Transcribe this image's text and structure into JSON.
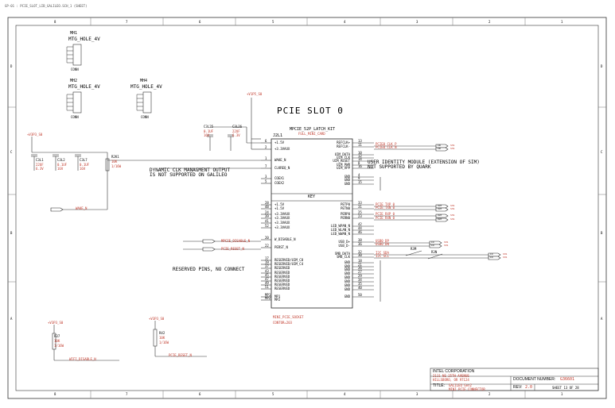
{
  "header_path": "GP-01 : PCIE_SLOT_LIB_GALILEO.SCH_1 (SHEET)",
  "columns": [
    "8",
    "7",
    "6",
    "5",
    "4",
    "3",
    "2",
    "1"
  ],
  "rows": [
    "D",
    "C",
    "B",
    "A"
  ],
  "mounting_holes": [
    {
      "ref": "MH1",
      "part": "MTG_HOLE_4V",
      "pins": [
        "1",
        "2",
        "3",
        "4",
        "5"
      ],
      "val": "CONN"
    },
    {
      "ref": "MH2",
      "part": "MTG_HOLE_4V",
      "pins": [
        "1",
        "2",
        "3",
        "4",
        "5"
      ],
      "val": "CONN"
    },
    {
      "ref": "MH4",
      "part": "MTG_HOLE_4V",
      "pins": [
        "1",
        "2",
        "3",
        "4",
        "5"
      ],
      "val": "CONN"
    }
  ],
  "slot_title": "PCIE SLOT 0",
  "connector": {
    "ref": "J2L1",
    "part": "MPCIE_52P_LATCH_KIT",
    "part_sub": "FULL_MINI_CARD",
    "key": "KEY",
    "left_pins": [
      {
        "num": "6",
        "name": "+1.5V"
      },
      {
        "num": "2",
        "name": "+3.3VAUX"
      },
      {
        "num": "1",
        "name": "WAKE_N"
      },
      {
        "num": "7",
        "name": "CLKREQ_N"
      },
      {
        "num": "3",
        "name": "COEX1"
      },
      {
        "num": "5",
        "name": "COEX2"
      },
      {
        "num": "28",
        "name": "+1.5V"
      },
      {
        "num": "48",
        "name": "+1.5V"
      },
      {
        "num": "24",
        "name": "+3.3VAUX"
      },
      {
        "num": "39",
        "name": "+3.3VAUX"
      },
      {
        "num": "41",
        "name": "+3.3VAUX"
      },
      {
        "num": "52",
        "name": "+3.3VAUX"
      },
      {
        "num": "20",
        "name": "W_DISABLE_N"
      },
      {
        "num": "22",
        "name": "PERST_N"
      },
      {
        "num": "17",
        "name": "RESERVED/UIM_C8"
      },
      {
        "num": "19",
        "name": "RESERVED/UIM_C4"
      },
      {
        "num": "37",
        "name": "RESERVED"
      },
      {
        "num": "43",
        "name": "RESERVED"
      },
      {
        "num": "45",
        "name": "RESERVED"
      },
      {
        "num": "47",
        "name": "RESERVED"
      },
      {
        "num": "49",
        "name": "RESERVED"
      },
      {
        "num": "51",
        "name": "RESERVED"
      },
      {
        "num": "MP1",
        "name": "MP1"
      },
      {
        "num": "MP2",
        "name": "MP2"
      }
    ],
    "right_pins": [
      {
        "num": "13",
        "name": "REFCLK+"
      },
      {
        "num": "11",
        "name": "REFCLK-"
      },
      {
        "num": "10",
        "name": "UIM_DATA"
      },
      {
        "num": "12",
        "name": "UIM_CLK"
      },
      {
        "num": "14",
        "name": "UIM_RESET"
      },
      {
        "num": "8",
        "name": "UIM_PWR"
      },
      {
        "num": "16",
        "name": "UIM_VPP"
      },
      {
        "num": "4",
        "name": "GND"
      },
      {
        "num": "9",
        "name": "GND"
      },
      {
        "num": "15",
        "name": "GND"
      },
      {
        "num": "33",
        "name": "PETP0"
      },
      {
        "num": "31",
        "name": "PETN0"
      },
      {
        "num": "25",
        "name": "PERP0"
      },
      {
        "num": "23",
        "name": "PERN0"
      },
      {
        "num": "42",
        "name": "LED_WPAN_N"
      },
      {
        "num": "44",
        "name": "LED_WLAN_N"
      },
      {
        "num": "46",
        "name": "LED_WWAN_N"
      },
      {
        "num": "38",
        "name": "USB_D+"
      },
      {
        "num": "36",
        "name": "USB_D-"
      },
      {
        "num": "32",
        "name": "SMB_DATA"
      },
      {
        "num": "30",
        "name": "SMB_CLK"
      },
      {
        "num": "18",
        "name": "GND"
      },
      {
        "num": "21",
        "name": "GND"
      },
      {
        "num": "26",
        "name": "GND"
      },
      {
        "num": "27",
        "name": "GND"
      },
      {
        "num": "29",
        "name": "GND"
      },
      {
        "num": "34",
        "name": "GND"
      },
      {
        "num": "35",
        "name": "GND"
      },
      {
        "num": "40",
        "name": "GND"
      },
      {
        "num": "50",
        "name": "GND"
      }
    ],
    "footer1": "MINI_PCIE_SOCKET",
    "footer2": "CONTOR=203"
  },
  "net_labels": [
    {
      "text": "PCIE0_CLK_P",
      "dest": "IN",
      "ref": "SH1"
    },
    {
      "text": "PCIE0_CLK_N",
      "dest": "IN",
      "ref": "SH1"
    },
    {
      "text": "PCIE_TXP_0",
      "dest": "OUT",
      "ref": "SH1"
    },
    {
      "text": "PCIE_TXN_0",
      "dest": "OUT",
      "ref": "SH1"
    },
    {
      "text": "PCIE_RXP_0",
      "dest": "OUT",
      "ref": "SH1"
    },
    {
      "text": "PCIE_RXN_0",
      "dest": "OUT",
      "ref": "SH1"
    },
    {
      "text": "USB0_DP",
      "dest": "IO",
      "ref": "SH1"
    },
    {
      "text": "USB0_DN",
      "dest": "IO",
      "ref": "SH1"
    },
    {
      "text": "I2C_SDA",
      "dest": "IO",
      "ref": "SH1"
    },
    {
      "text": "I2C_SCL",
      "dest": "IO",
      "ref": "SH1"
    }
  ],
  "notes": {
    "clk": "DYNAMIC CLK MANAGMENT OUTPUT\nIS NOT SUPPORTED ON GALILEO",
    "uim": "USER IDENTITY MODULE (EXTENSION OF SIM)\nNOT SUPPORTED BY QUARK",
    "reserved": "RESERVED PINS, NO CONNECT"
  },
  "parts": {
    "c3l1": {
      "ref": "C3L1",
      "v": "22UF",
      "t": "6.3V"
    },
    "c3l2": {
      "ref": "C3L2",
      "v": "0.1UF",
      "t": "16V"
    },
    "c3l7": {
      "ref": "C3L7",
      "v": "0.1UF",
      "t": "16V"
    },
    "c3l25": {
      "ref": "C3L25",
      "v": "0.1UF",
      "t": "16V"
    },
    "c3l26": {
      "ref": "C3L26",
      "v": "22UF",
      "t": "6.3V"
    },
    "r2k1": {
      "ref": "R2K1",
      "v": "10K",
      "t": "1/16W"
    },
    "r37": {
      "ref": "R37",
      "v": "10K",
      "t": "1/16W"
    },
    "r42": {
      "ref": "R42",
      "v": "10K",
      "t": "1/16W"
    },
    "r3m": {
      "ref": "R3M",
      "v": "0",
      "t": ""
    },
    "r3n": {
      "ref": "R3N",
      "v": "0",
      "t": ""
    }
  },
  "rails": {
    "v33": "+V3P3_S0",
    "v15": "+V1P5_S0"
  },
  "signals": {
    "wake": "WAKE_N",
    "mpcie_disable": "MPCIE_DISABLE_N",
    "mpcie_reset": "PCIE_RESET_N",
    "wifi_disable_bot": "WIFI_DISABLE_N",
    "pcie_reset_bot": "PCIE_RESET_N"
  },
  "title_block": {
    "company": "INTEL CORPORATION",
    "addr1": "2111 NE 25TH AVENUE",
    "addr2": "HILLSBORO, OR 97124",
    "title_label": "TITLE:",
    "title": "GALILEO Gen2",
    "subtitle": "MINI PCIE CONNECTOR",
    "docnum_label": "DOCUMENT NUMBER:",
    "docnum": "G36601",
    "rev_label": "REV:",
    "rev": "2.0",
    "sheet": "SHEET 13 OF 28"
  }
}
